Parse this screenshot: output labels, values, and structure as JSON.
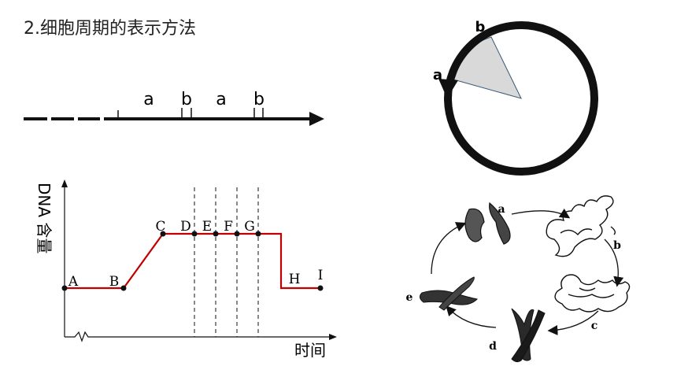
{
  "page": {
    "title": "2.细胞周期的表示方法"
  },
  "line_diagram": {
    "labels": [
      "a",
      "b",
      "a",
      "b"
    ]
  },
  "circle_diagram": {
    "label_a": "a",
    "label_b": "b"
  },
  "dna_graph": {
    "ylabel": "DNA 含量",
    "xlabel": "时间",
    "points": [
      "A",
      "B",
      "C",
      "D",
      "E",
      "F",
      "G",
      "H",
      "I"
    ]
  },
  "chromosome_cycle": {
    "labels": [
      "a",
      "b",
      "c",
      "d",
      "e"
    ]
  }
}
